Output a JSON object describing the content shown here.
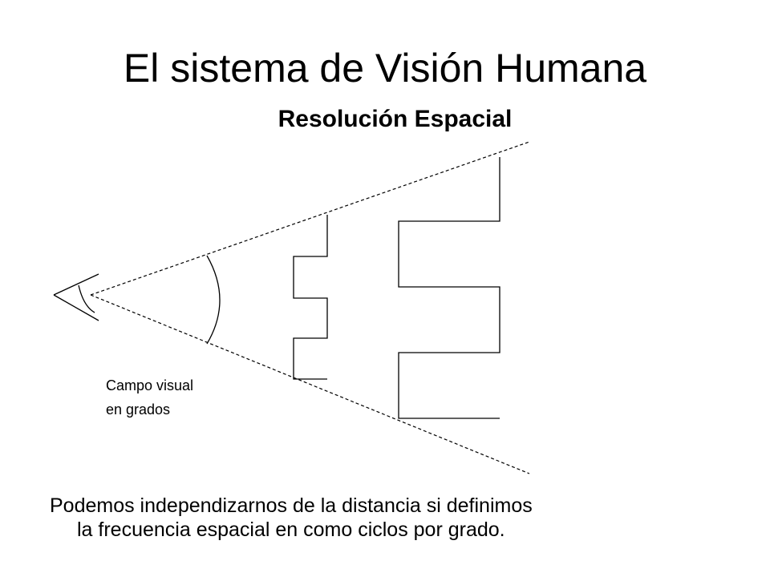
{
  "slide": {
    "title": "El sistema de Visión Humana",
    "subtitle": "Resolución Espacial",
    "caption": {
      "line1": "Campo visual",
      "line2": "en grados"
    },
    "body": {
      "line1": "Podemos independizarnos de la distancia si definimos",
      "line2": "la frecuencia espacial en como ciclos por grado."
    }
  }
}
